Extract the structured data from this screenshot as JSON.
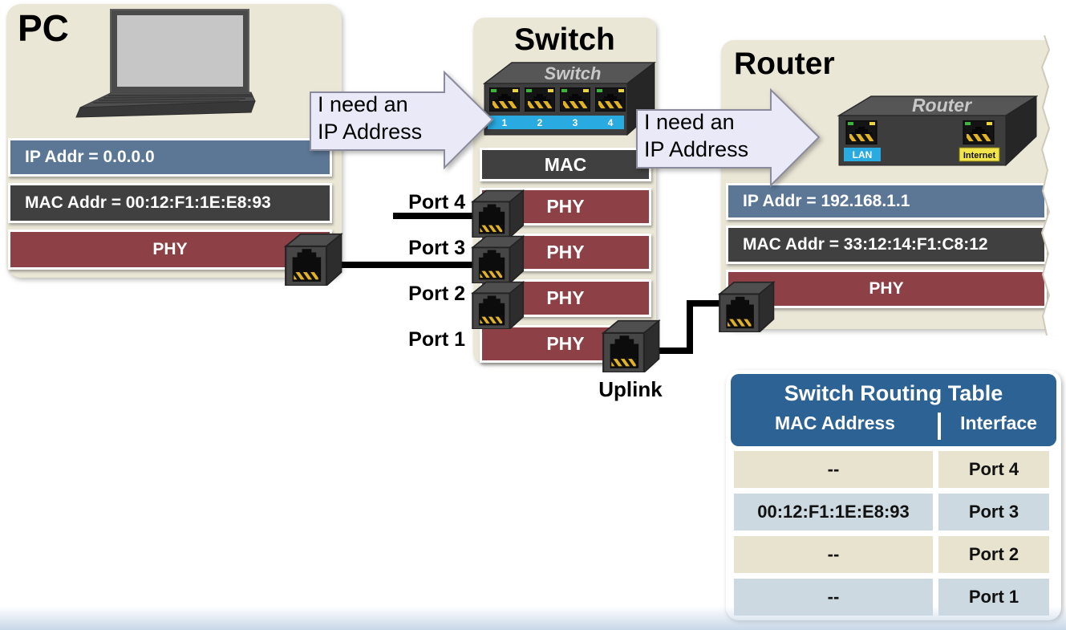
{
  "pc": {
    "title": "PC",
    "ip_row": "IP Addr = 0.0.0.0",
    "mac_row": "MAC Addr = 00:12:F1:1E:E8:93",
    "phy_row": "PHY"
  },
  "switch_box": {
    "title": "Switch",
    "device": {
      "label": "Switch",
      "port_numbers": [
        "1",
        "2",
        "3",
        "4"
      ]
    },
    "mac_row": "MAC",
    "phy_rows": [
      {
        "port_label": "Port 4",
        "phy_label": "PHY"
      },
      {
        "port_label": "Port 3",
        "phy_label": "PHY"
      },
      {
        "port_label": "Port 2",
        "phy_label": "PHY"
      },
      {
        "port_label": "Port 1",
        "phy_label": "PHY"
      }
    ],
    "uplink_label": "Uplink"
  },
  "router": {
    "title": "Router",
    "device": {
      "label": "Router",
      "lan_label": "LAN",
      "internet_label": "Internet"
    },
    "ip_row": "IP Addr = 192.168.1.1",
    "mac_row": "MAC Addr = 33:12:14:F1:C8:12",
    "phy_row": "PHY"
  },
  "arrows": {
    "pc_to_switch": {
      "line1": "I need an",
      "line2": "IP Address"
    },
    "switch_to_router": {
      "line1": "I need an",
      "line2": "IP Address"
    }
  },
  "routing_table": {
    "title": "Switch Routing Table",
    "columns": [
      "MAC Address",
      "Interface"
    ],
    "rows": [
      {
        "mac": "--",
        "interface": "Port 4"
      },
      {
        "mac": "00:12:F1:1E:E8:93",
        "interface": "Port 3"
      },
      {
        "mac": "--",
        "interface": "Port 2"
      },
      {
        "mac": "--",
        "interface": "Port 1"
      }
    ]
  },
  "colors": {
    "panel_bg": "#ebe7d7",
    "ip_row_blue": "#5b7795",
    "mac_row_gray": "#404040",
    "phy_row_maroon": "#8d4045",
    "table_header_blue": "#2d6295",
    "table_row_beige": "#e8e3cf",
    "table_row_bluegray": "#ccd9e0",
    "arrow_fill": "#e9e9f8",
    "switch_port_strip_blue": "#29abe2",
    "internet_label_yellow": "#f2e54b"
  }
}
